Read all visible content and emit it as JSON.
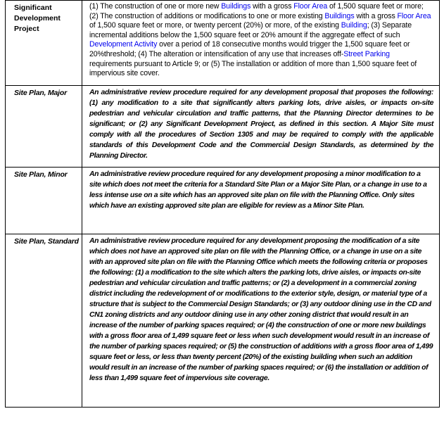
{
  "rows": [
    {
      "term": "Significant Development Project",
      "definition": [
        {
          "text": "(1) The construction of one or more new "
        },
        {
          "text": "Buildings",
          "link": true
        },
        {
          "text": " with a gross "
        },
        {
          "text": "Floor Area",
          "link": true
        },
        {
          "text": " of 1,500 square feet or more; (2) The construction of additions or modifications to one or more existing "
        },
        {
          "text": "Buildings",
          "link": true
        },
        {
          "text": " with a gross "
        },
        {
          "text": "Floor Area",
          "link": true
        },
        {
          "text": " of 1,500 square feet or more, or twenty percent (20%) or more, of the existing "
        },
        {
          "text": "Building",
          "link": true
        },
        {
          "text": "; (3) Separate incremental additions below the 1,500 square feet or 20% amount if the aggregate effect of such "
        },
        {
          "text": "Development Activity",
          "link": true
        },
        {
          "text": " over a period of 18 consecutive months would trigger the 1,500 square feet or 20%threshold; (4) The alteration or intensification of any use that increases off-"
        },
        {
          "text": "Street Parking",
          "link": true
        },
        {
          "text": " requirements pursuant to Article 9; or (5) The installation or addition of more than 1,500 square feet of impervious site cover."
        }
      ]
    },
    {
      "term": "Site Plan, Major",
      "definition": "An administrative review procedure required for any development proposal that proposes the following: (1) any modification to a site that significantly alters parking lots, drive aisles, or impacts on-site pedestrian and vehicular circulation and traffic patterns, that the Planning Director determines to be significant; or (2) any Significant Development Project, as defined in this section.  A Major Site must comply with all the procedures of Section 1305 and may be required to comply with the applicable standards of this Development Code and the Commercial Design Standards, as determined by the Planning Director."
    },
    {
      "term": "Site Plan, Minor",
      "definition": "An administrative review procedure required for any development proposing a minor modification to a site which does not meet the criteria for a Standard Site Plan or a Major Site Plan, or a change in use to a less intense use on a site which has an approved site plan on file with the Planning Office.  Only sites which have an existing approved site plan are eligible for review as a Minor Site Plan."
    },
    {
      "term": "Site Plan, Standard",
      "definition": "An administrative review procedure required for any development proposing the modification of a site which does not have an approved site plan on file with the Planning Office, or a change in use on a site with an approved site plan on file with the Planning Office which meets the following criteria or proposes the following: (1) a modification to the site which alters the parking lots, drive aisles, or impacts on-site pedestrian and vehicular circulation and traffic patterns; or (2) a development in a commercial zoning district including the redevelopment of or modifications to the exterior style, design, or material type of a structure that is subject to the Commercial Design Standards; or (3) any outdoor dining use in the CD and CN1 zoning districts and any outdoor dining use in any other zoning district that would result in an increase of the number of parking spaces required; or (4) the construction of one or more new buildings with a gross floor area of 1,499 square feet or less when such development would result in an increase of the number of parking spaces required; or (5) the construction of additions with a gross floor area of 1,499 square feet or less, or less than twenty percent (20%) of the existing building when such an addition would result in an increase of the number of parking spaces required; or (6) the installation or addition of less than 1,499 square feet of impervious site coverage."
    }
  ]
}
